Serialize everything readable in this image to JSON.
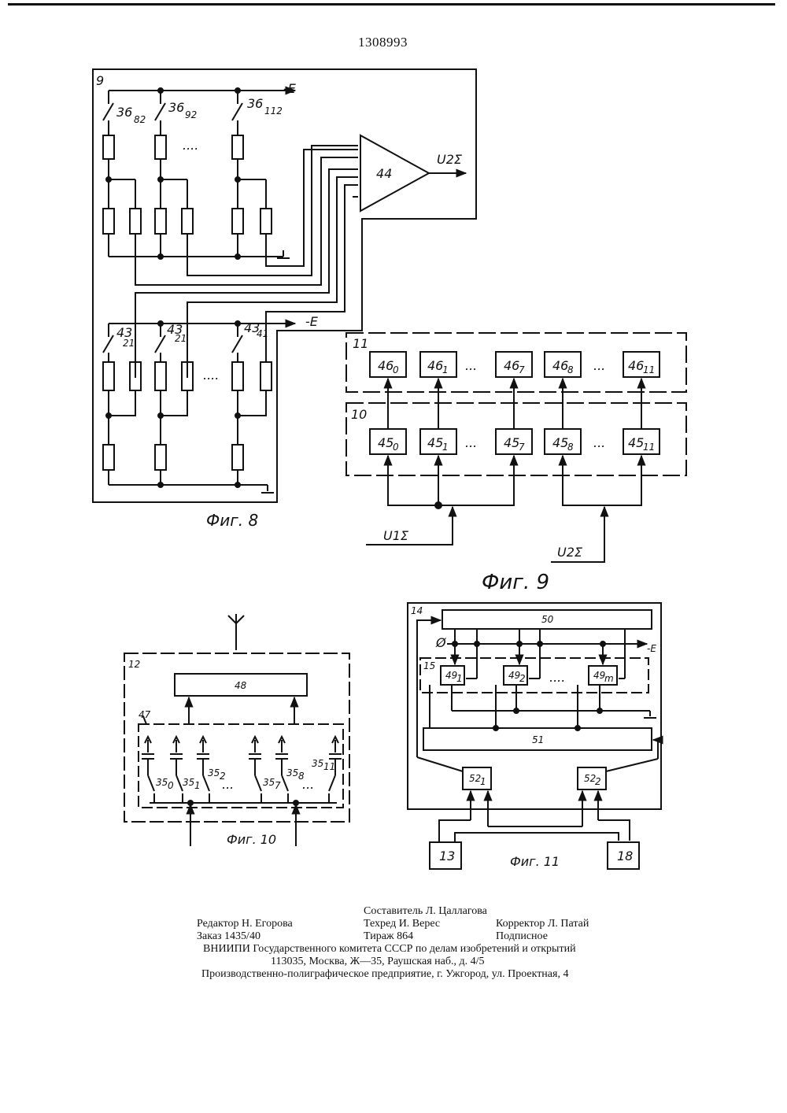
{
  "document": {
    "patent_number": "1308993"
  },
  "fig8": {
    "block_number": "9",
    "caption": "Фиг. 8",
    "supply_top": "-E",
    "supply_bottom": "-E",
    "switches_top": [
      "36",
      "36",
      "36"
    ],
    "switches_top_sub": [
      "82",
      "92",
      "112"
    ],
    "switches_bottom": [
      "43",
      "43",
      "43"
    ],
    "switches_bottom_sub": [
      "21",
      "21",
      "41"
    ],
    "ellipsis": "....",
    "amplifier_label": "44",
    "output_label": "U2Σ"
  },
  "fig9": {
    "caption": "Фиг. 9",
    "block_top_number": "11",
    "block_bottom_number": "10",
    "top_boxes": [
      {
        "base": "46",
        "sub": "0"
      },
      {
        "base": "46",
        "sub": "1"
      },
      {
        "base": "46",
        "sub": "7"
      },
      {
        "base": "46",
        "sub": "8"
      },
      {
        "base": "46",
        "sub": "11"
      }
    ],
    "bottom_boxes": [
      {
        "base": "45",
        "sub": "0"
      },
      {
        "base": "45",
        "sub": "1"
      },
      {
        "base": "45",
        "sub": "7"
      },
      {
        "base": "45",
        "sub": "8"
      },
      {
        "base": "45",
        "sub": "11"
      }
    ],
    "ellipsis": "...",
    "input_left": "U1Σ",
    "input_right": "U2Σ"
  },
  "fig10": {
    "caption": "Фиг. 10",
    "block_number": "12",
    "group_number": "47",
    "box_label": "48",
    "switches": [
      {
        "base": "35",
        "sub": "0"
      },
      {
        "base": "35",
        "sub": "1"
      },
      {
        "base": "35",
        "sub": "2"
      },
      {
        "base": "35",
        "sub": "7"
      },
      {
        "base": "35",
        "sub": "8"
      },
      {
        "base": "35",
        "sub": "11"
      }
    ],
    "ellipsis": "..."
  },
  "fig11": {
    "caption": "Фиг. 11",
    "block_number": "14",
    "sub_block_number": "15",
    "box_top": "50",
    "box_bottom": "51",
    "phi_label": "Ø",
    "supply": "-E",
    "elements": [
      {
        "base": "49",
        "sub": "1"
      },
      {
        "base": "49",
        "sub": "2"
      },
      {
        "base": "49",
        "sub": "m"
      }
    ],
    "ellipsis": "....",
    "gates": [
      {
        "base": "52",
        "sub": "1"
      },
      {
        "base": "52",
        "sub": "2"
      }
    ],
    "source_left": "13",
    "source_right": "18"
  },
  "colophon": {
    "compiler": "Составитель Л. Цаллагова",
    "editor": "Редактор Н. Егорова",
    "techred": "Техред И. Верес",
    "corrector": "Корректор Л. Патай",
    "order": "Заказ 1435/40",
    "print_run": "Тираж 864",
    "subscription": "Подписное",
    "org": "ВНИИПИ Государственного комитета СССР по делам изобретений и открытий",
    "address": "113035, Москва, Ж—35, Раушская наб., д. 4/5",
    "printer": "Производственно-полиграфическое предприятие, г. Ужгород, ул. Проектная, 4"
  }
}
